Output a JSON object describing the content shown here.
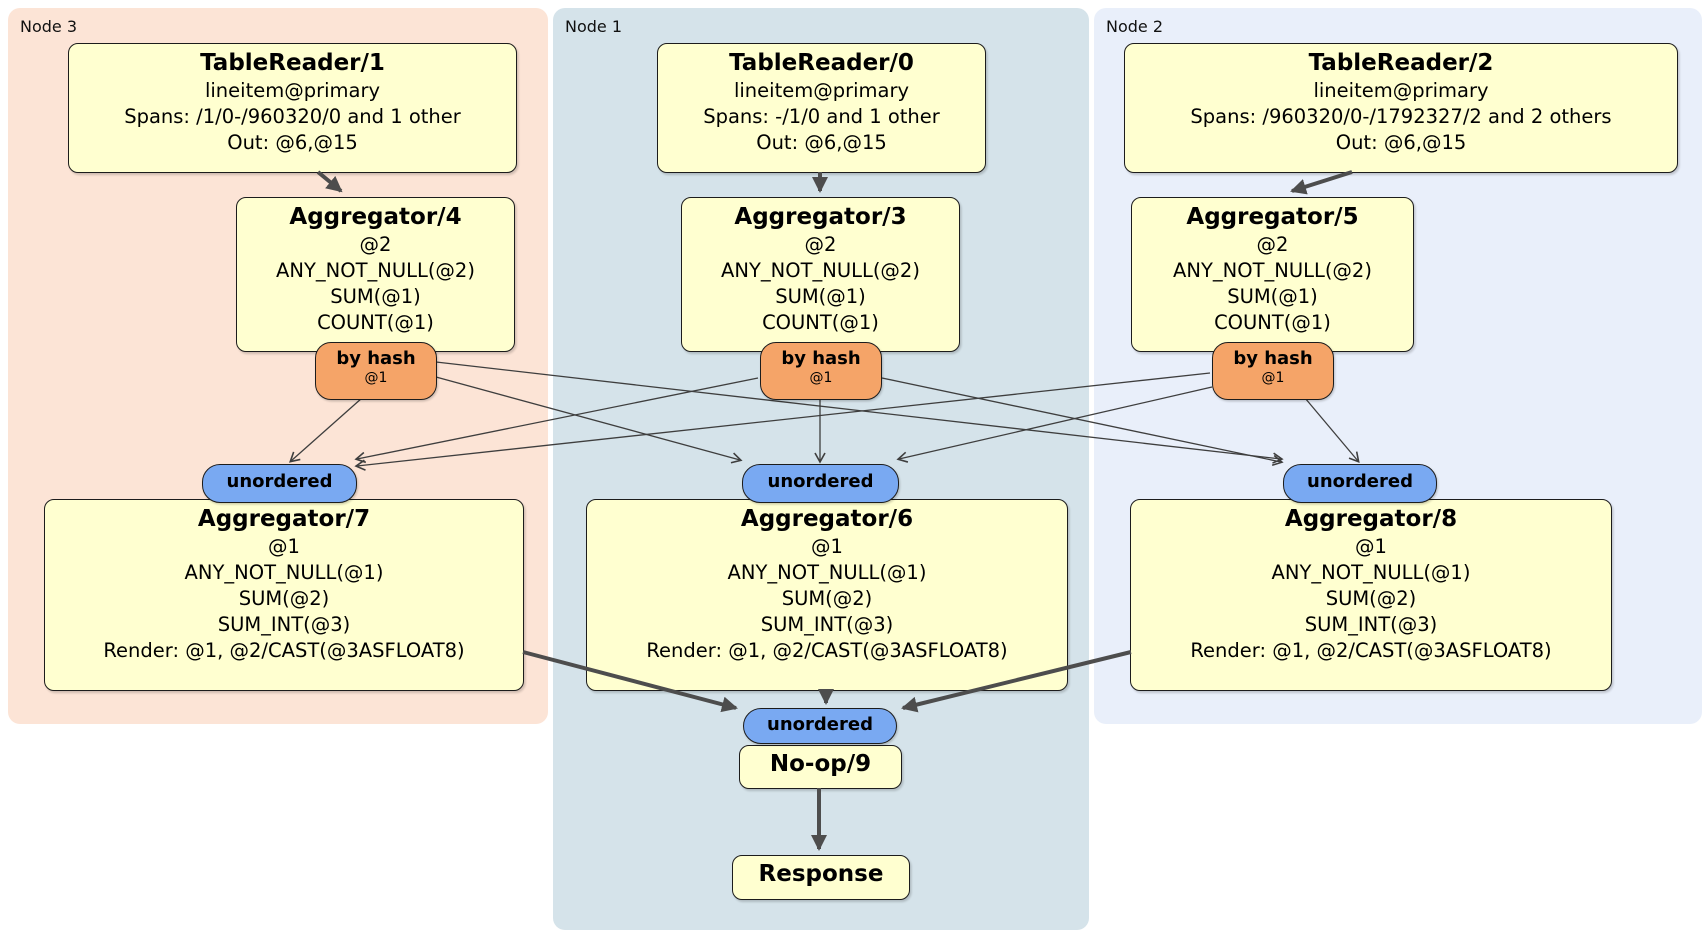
{
  "panels": {
    "node3": {
      "label": "Node 3"
    },
    "node1": {
      "label": "Node 1"
    },
    "node2": {
      "label": "Node 2"
    }
  },
  "processors": {
    "tablereader1": {
      "title": "TableReader/1",
      "lines": [
        "lineitem@primary",
        "Spans: /1/0-/960320/0 and 1 other",
        "Out: @6,@15"
      ]
    },
    "tablereader0": {
      "title": "TableReader/0",
      "lines": [
        "lineitem@primary",
        "Spans: -/1/0 and 1 other",
        "Out: @6,@15"
      ]
    },
    "tablereader2": {
      "title": "TableReader/2",
      "lines": [
        "lineitem@primary",
        "Spans: /960320/0-/1792327/2 and 2 others",
        "Out: @6,@15"
      ]
    },
    "aggregator4": {
      "title": "Aggregator/4",
      "lines": [
        "@2",
        "ANY_NOT_NULL(@2)",
        "SUM(@1)",
        "COUNT(@1)"
      ]
    },
    "aggregator3": {
      "title": "Aggregator/3",
      "lines": [
        "@2",
        "ANY_NOT_NULL(@2)",
        "SUM(@1)",
        "COUNT(@1)"
      ]
    },
    "aggregator5": {
      "title": "Aggregator/5",
      "lines": [
        "@2",
        "ANY_NOT_NULL(@2)",
        "SUM(@1)",
        "COUNT(@1)"
      ]
    },
    "aggregator7": {
      "title": "Aggregator/7",
      "lines": [
        "@1",
        "ANY_NOT_NULL(@1)",
        "SUM(@2)",
        "SUM_INT(@3)",
        "Render: @1, @2/CAST(@3ASFLOAT8)"
      ]
    },
    "aggregator6": {
      "title": "Aggregator/6",
      "lines": [
        "@1",
        "ANY_NOT_NULL(@1)",
        "SUM(@2)",
        "SUM_INT(@3)",
        "Render: @1, @2/CAST(@3ASFLOAT8)"
      ]
    },
    "aggregator8": {
      "title": "Aggregator/8",
      "lines": [
        "@1",
        "ANY_NOT_NULL(@1)",
        "SUM(@2)",
        "SUM_INT(@3)",
        "Render: @1, @2/CAST(@3ASFLOAT8)"
      ]
    },
    "noop9": {
      "title": "No-op/9"
    },
    "response": {
      "title": "Response"
    }
  },
  "router": {
    "label": "by hash",
    "detail": "@1"
  },
  "sync": {
    "label": "unordered"
  },
  "colors": {
    "node3_bg": "#fce4d6",
    "node1_bg": "#d5e3ea",
    "node2_bg": "#e9effa",
    "processor_bg": "#ffffd0",
    "router_bg": "#f5a468",
    "sync_bg": "#79a9f2",
    "edge": "#4d4d4d"
  }
}
